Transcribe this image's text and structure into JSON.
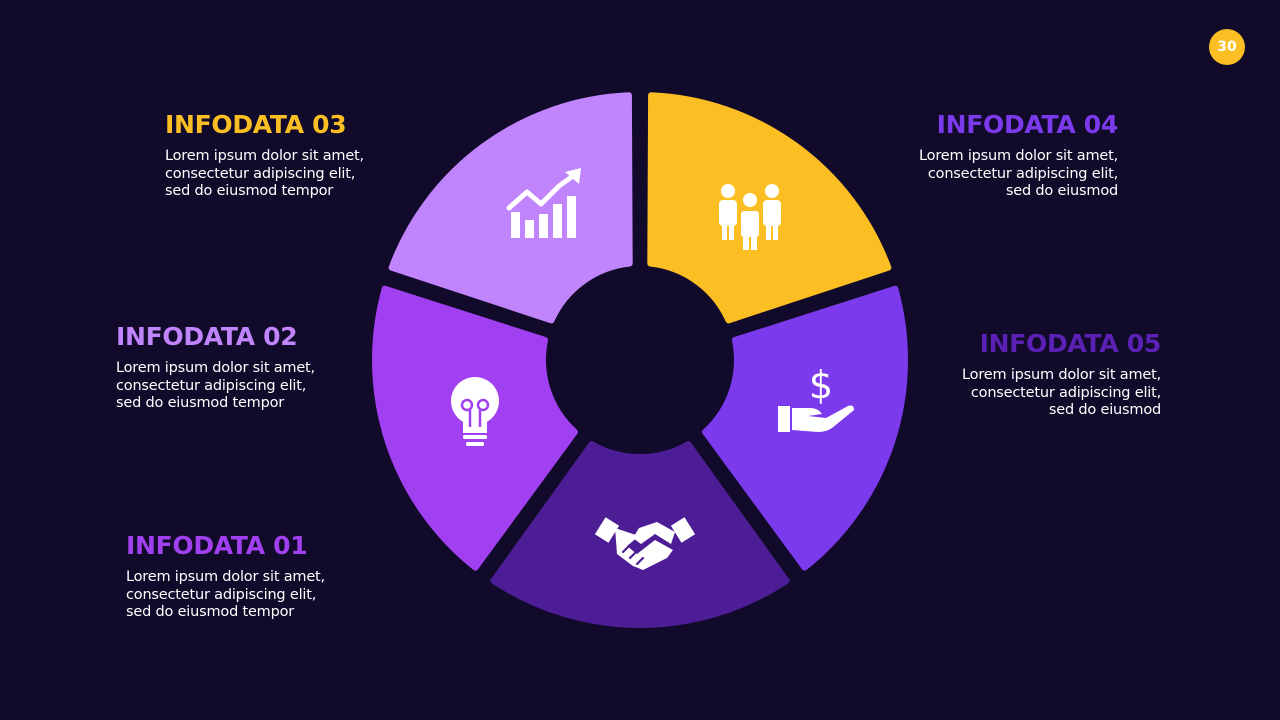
{
  "page_number": "30",
  "colors": {
    "background": "#120a2a",
    "yellow": "#fbbf24",
    "light_purple": "#c084fc",
    "purple": "#a040f0",
    "violet": "#7c3aed",
    "dark_purple": "#4c1d95",
    "title_05": "#5b21b6"
  },
  "segments": [
    {
      "id": "01",
      "title": "INFODATA 01",
      "body": "Lorem ipsum dolor sit amet, consectetur adipiscing elit, sed do eiusmod tempor",
      "icon": "handshake-icon",
      "color": "#4c1d95",
      "title_color": "#a040f0"
    },
    {
      "id": "02",
      "title": "INFODATA 02",
      "body": "Lorem ipsum dolor sit amet, consectetur adipiscing elit, sed do eiusmod tempor",
      "icon": "lightbulb-icon",
      "color": "#a040f0",
      "title_color": "#c084fc"
    },
    {
      "id": "03",
      "title": "INFODATA 03",
      "body": "Lorem ipsum dolor sit amet, consectetur adipiscing elit, sed do eiusmod tempor",
      "icon": "growth-chart-icon",
      "color": "#c084fc",
      "title_color": "#fbbf24"
    },
    {
      "id": "04",
      "title": "INFODATA 04",
      "body": "Lorem ipsum dolor sit amet, consectetur adipiscing elit, sed do eiusmod",
      "icon": "team-people-icon",
      "color": "#fbbf24",
      "title_color": "#7c3aed"
    },
    {
      "id": "05",
      "title": "INFODATA 05",
      "body": "Lorem ipsum dolor sit amet, consectetur adipiscing elit, sed do eiusmod",
      "icon": "money-hand-icon",
      "color": "#7c3aed",
      "title_color": "#5b21b6"
    }
  ]
}
